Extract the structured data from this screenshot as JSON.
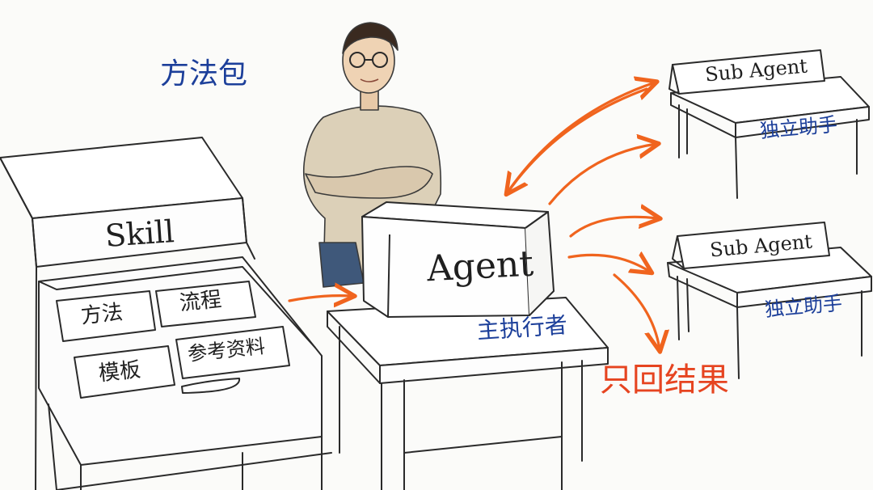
{
  "title_label": "方法包",
  "skill_box": {
    "label": "Skill",
    "cards": [
      "方法",
      "流程",
      "模板",
      "参考资料"
    ]
  },
  "main_agent": {
    "label": "Agent",
    "caption": "主执行者"
  },
  "sub_agents": [
    {
      "sign": "Sub Agent",
      "caption": "独立助手"
    },
    {
      "sign": "Sub Agent",
      "caption": "独立助手"
    }
  ],
  "result_label": "只回结果",
  "colors": {
    "arrow": "#f0641e",
    "caption_blue": "#1c3f9a",
    "result_red": "#e64420",
    "ink": "#1f1f1f"
  }
}
